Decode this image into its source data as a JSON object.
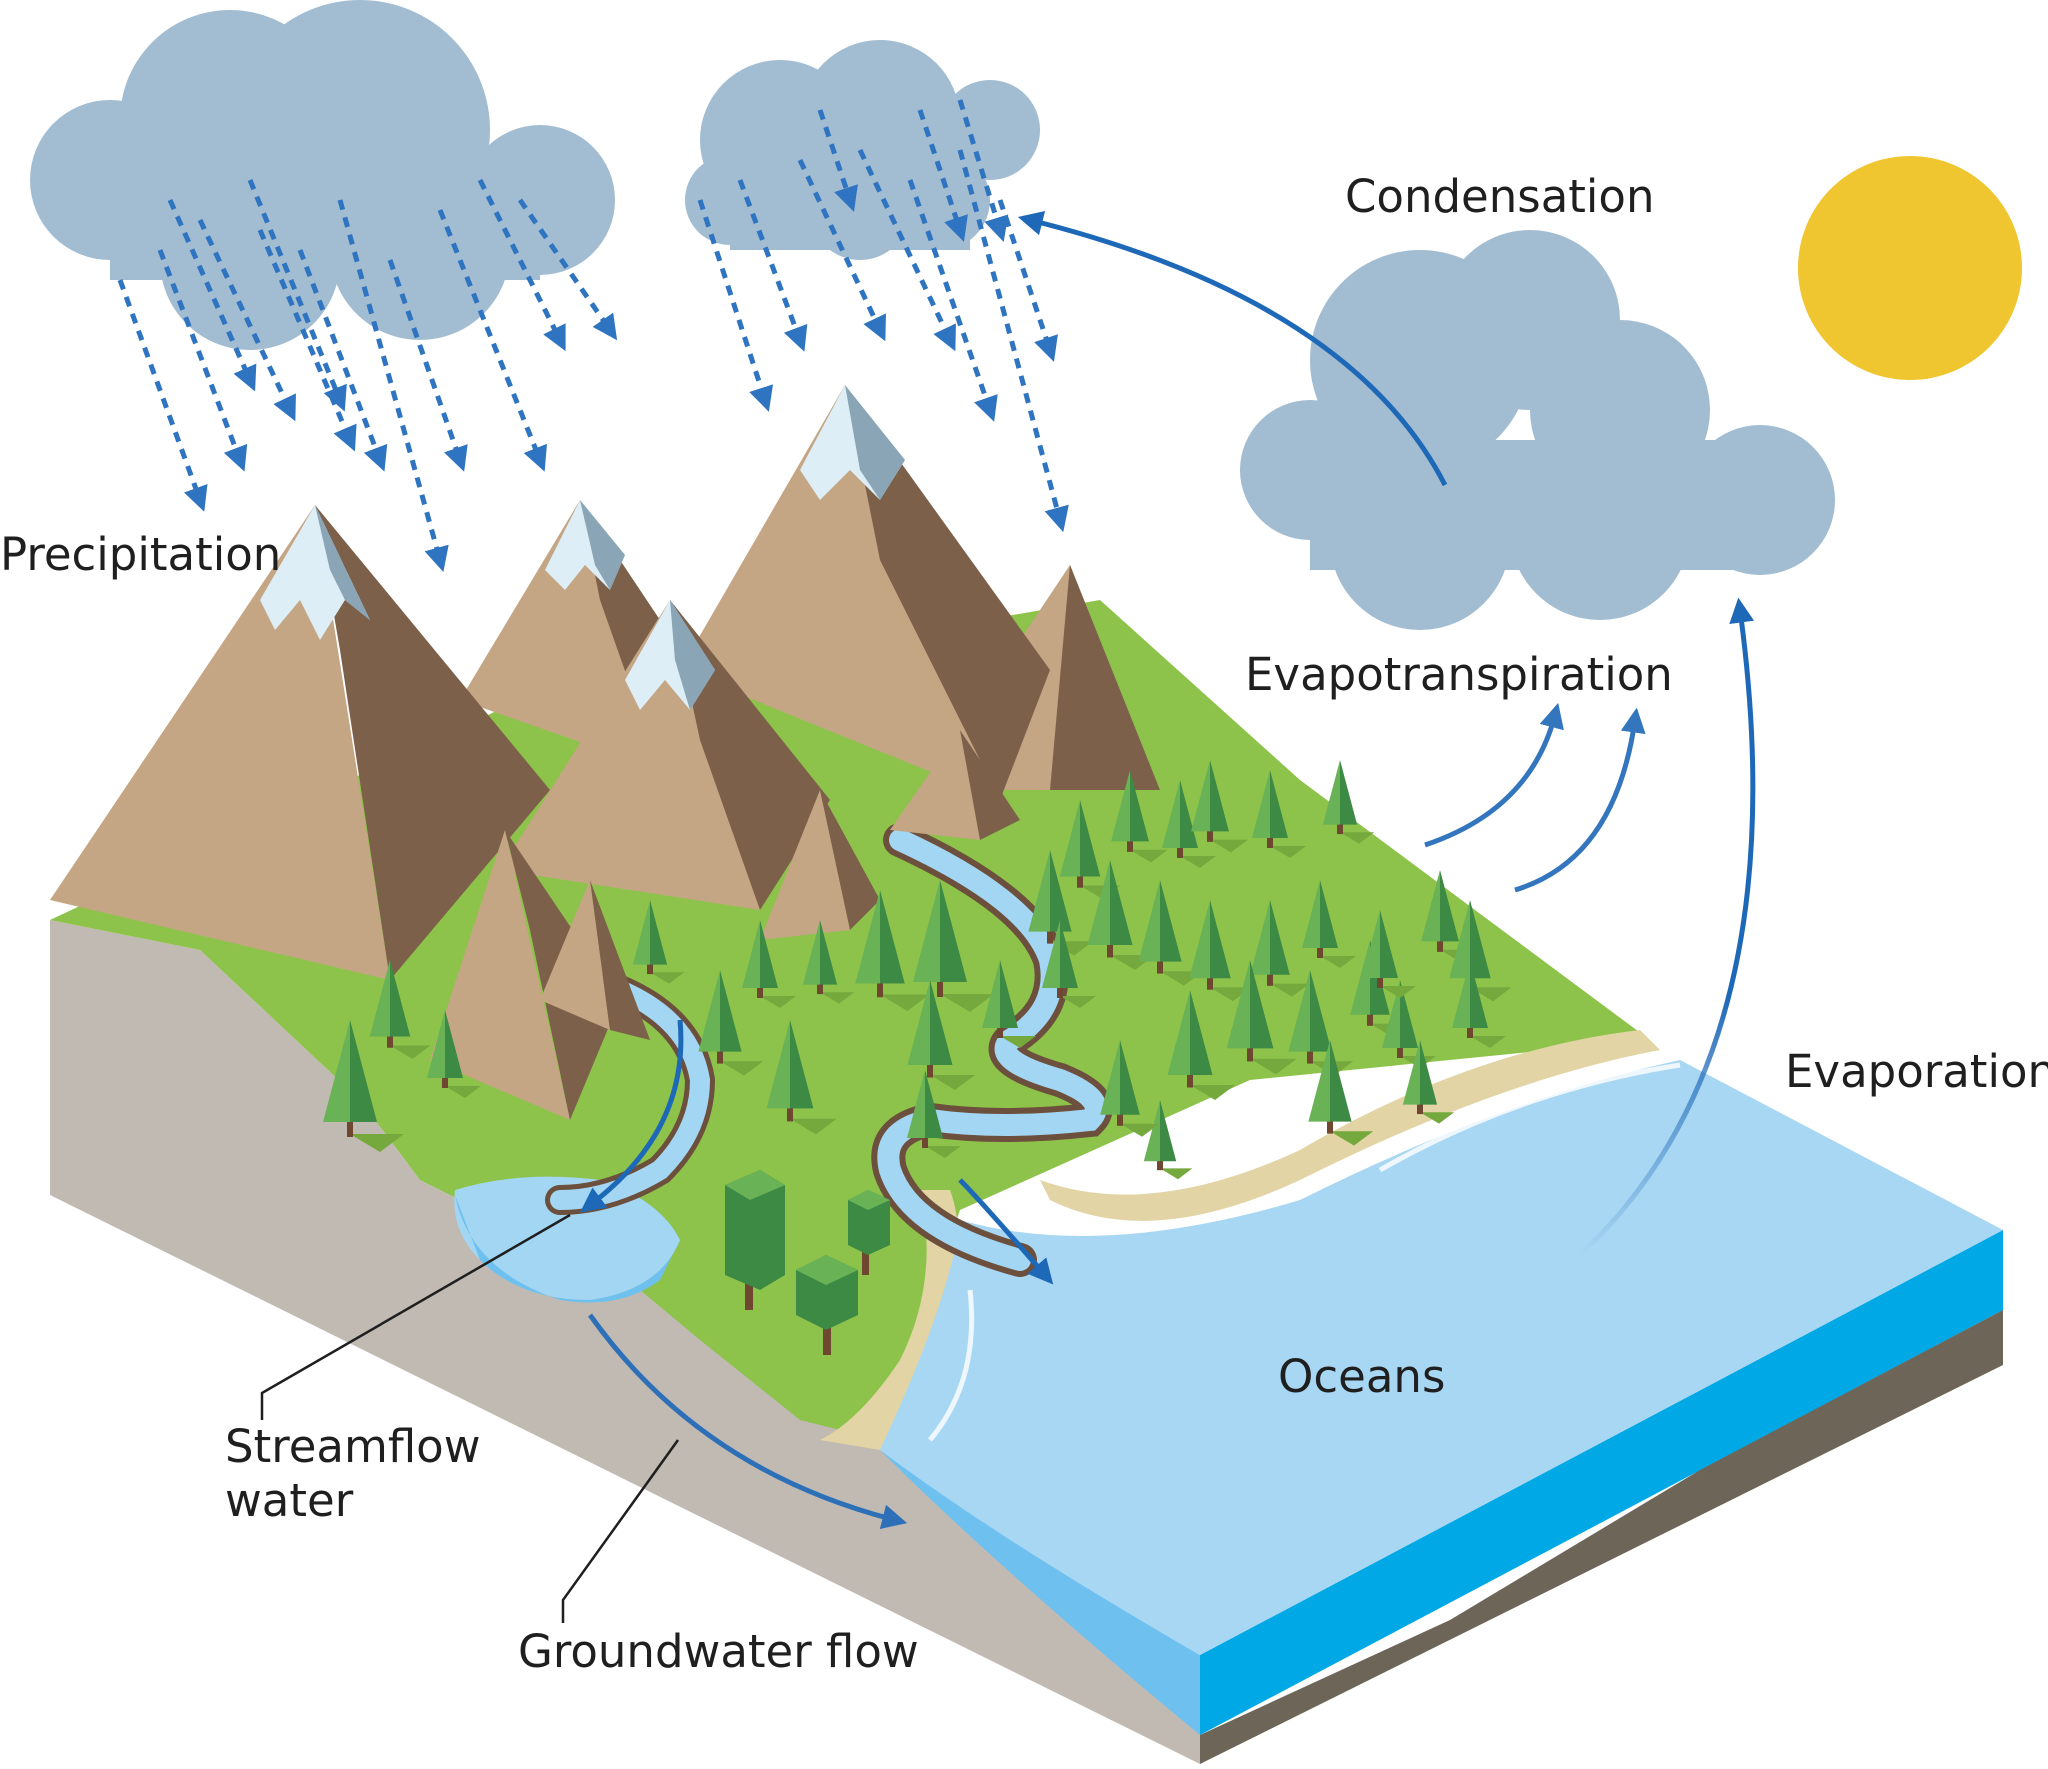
{
  "labels": {
    "precipitation": "Precipitation",
    "condensation": "Condensation",
    "evapotranspiration": "Evapotranspiration",
    "evaporation": "Evaporation",
    "oceans": "Oceans",
    "streamflow_water": "Streamflow\nwater",
    "groundwater_flow": "Groundwater flow"
  },
  "colors": {
    "cloud": "#a2bcd1",
    "sun": "#f0c630",
    "arrow": "#1e68b8",
    "rain": "#2f74c0",
    "ocean_surface": "#a8d7f3",
    "ocean_side": "#00a9e6",
    "seabed_side": "#6e6559",
    "ground_side": "#c1bab3",
    "grass": "#8dc34a",
    "grass_dark": "#75a93e",
    "mountain_light": "#c4a684",
    "mountain_dark": "#7c604a",
    "snow_light": "#ddeef6",
    "snow_dark": "#8aa5b6",
    "sand": "#e2d4a4",
    "river": "#a3d6f2",
    "river_bank": "#6c4f3c",
    "tree_light": "#6ab256",
    "tree_dark": "#3d8a45",
    "trunk": "#6f4630",
    "leader_line": "#1f1f1f"
  }
}
